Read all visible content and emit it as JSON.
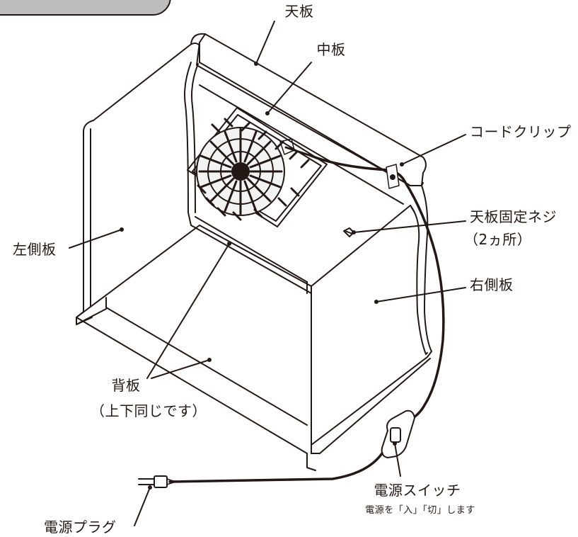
{
  "labels": {
    "top_board": "天板",
    "middle_board": "中板",
    "cord_clip": "コードクリップ",
    "top_screw": "天板固定ネジ",
    "top_screw_note": "（2ヵ所）",
    "left_board": "左側板",
    "right_board": "右側板",
    "back_board": "背板",
    "back_board_note": "（上下同じです）",
    "power_switch": "電源スイッチ",
    "power_switch_note": "電源を「入」「切」します",
    "power_plug": "電源プラグ"
  }
}
